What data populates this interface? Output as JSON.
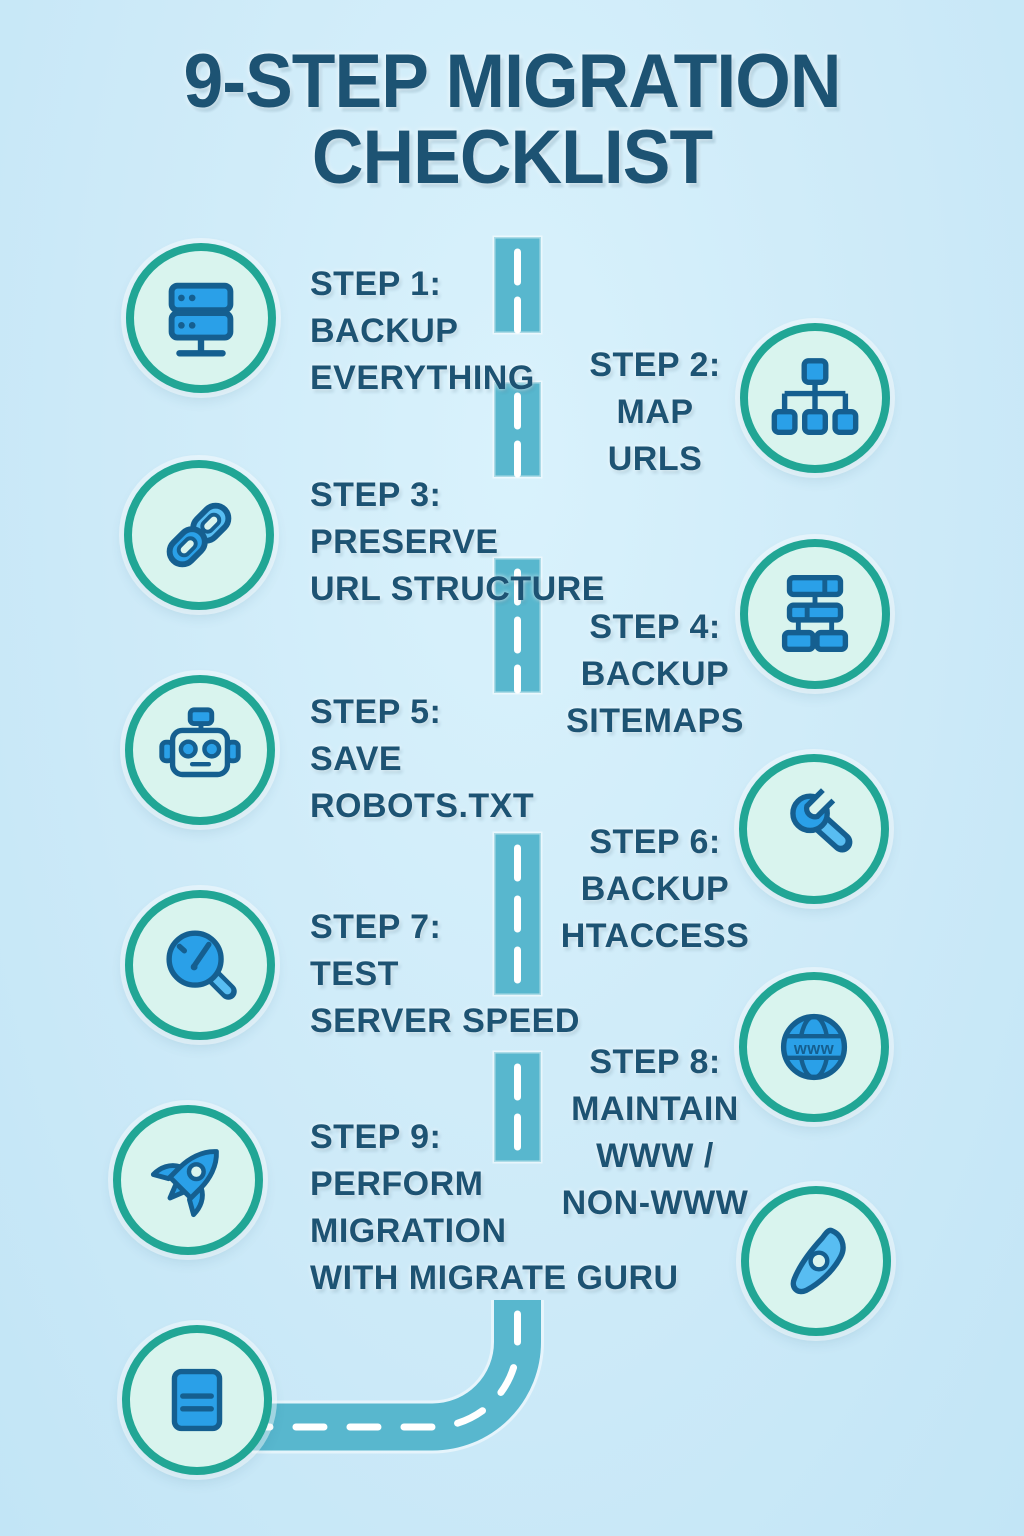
{
  "title": {
    "line1": "9-STEP MIGRATION",
    "line2": "CHECKLIST"
  },
  "steps": [
    {
      "label": "STEP 1:",
      "lines": [
        "BACKUP",
        "EVERYTHING"
      ],
      "icon": "server-icon",
      "side": "left"
    },
    {
      "label": "STEP 2:",
      "lines": [
        "MAP",
        "URLS"
      ],
      "icon": "sitemap-icon",
      "side": "right"
    },
    {
      "label": "STEP 3:",
      "lines": [
        "PRESERVE",
        "URL STRUCTURE"
      ],
      "icon": "link-icon",
      "side": "left"
    },
    {
      "label": "STEP 4:",
      "lines": [
        "BACKUP",
        "SITEMAPS"
      ],
      "icon": "sitemap-bars-icon",
      "side": "right"
    },
    {
      "label": "STEP 5:",
      "lines": [
        "SAVE",
        "ROBOTS.TXT"
      ],
      "icon": "robot-icon",
      "side": "left"
    },
    {
      "label": "STEP 6:",
      "lines": [
        "BACKUP",
        "HTACCESS"
      ],
      "icon": "wrench-icon",
      "side": "right"
    },
    {
      "label": "STEP 7:",
      "lines": [
        "TEST",
        "SERVER SPEED"
      ],
      "icon": "speedometer-magnifier-icon",
      "side": "left"
    },
    {
      "label": "STEP 8:",
      "lines": [
        "MAINTAIN",
        "WWW /",
        "NON-WWW"
      ],
      "icon": "globe-www-icon",
      "side": "right"
    },
    {
      "label": "STEP 9:",
      "lines": [
        "PERFORM",
        "MIGRATION",
        "WITH MIGRATE GURU"
      ],
      "icon": "rocket-icon",
      "side": "left"
    }
  ],
  "icons": {
    "globe_label": "www"
  },
  "extra_icons": [
    "compass-icon",
    "notes-icon"
  ],
  "colors": {
    "background": "#cdeaf8",
    "text": "#1d5373",
    "road": "#58b7ce",
    "circle_fill": "#d9f4ee",
    "circle_ring": "#21a695",
    "icon_blue": "#2aa0e8",
    "icon_blue_light": "#58bdf2",
    "icon_outline": "#155f90"
  }
}
